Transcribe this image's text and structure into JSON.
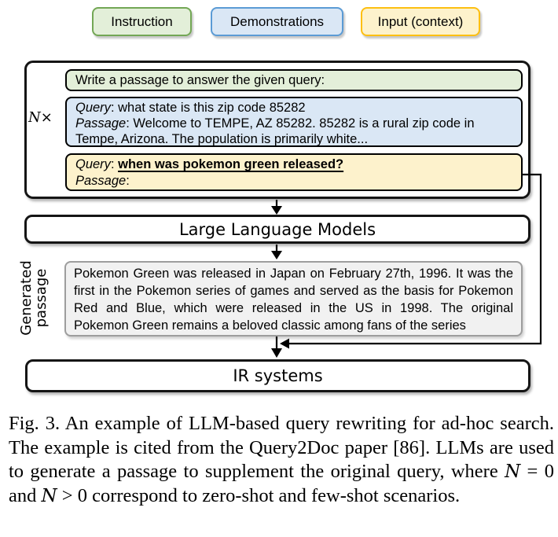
{
  "legend": {
    "instruction": {
      "label": "Instruction"
    },
    "demonstrations": {
      "label": "Demonstrations"
    },
    "input_context": {
      "label": "Input (context)"
    }
  },
  "colors": {
    "instruction_fill": "#e3efd9",
    "instruction_border": "#73a755",
    "demonstrations_fill": "#dae7f5",
    "demonstrations_border": "#5b9bd5",
    "input_fill": "#fdf2cc",
    "input_border": "#fdbf11",
    "generated_fill": "#f1f1f1",
    "generated_border": "#9d9d9d",
    "outline": "#151515"
  },
  "diagram": {
    "repeat_n": "N",
    "repeat_times": "×",
    "instruction_text": "Write a passage to answer the given query:",
    "demo": {
      "query_label": "Query",
      "query_text": ": what state is this zip code 85282",
      "passage_label": "Passage",
      "passage_text": ": Welcome to TEMPE, AZ 85282. 85282 is a rural zip code in Tempe, Arizona. The population is primarily white..."
    },
    "input": {
      "query_label": "Query",
      "query_sep": ": ",
      "query_text": "when was pokemon green released?",
      "passage_label": "Passage",
      "passage_colon": ":"
    },
    "llm_box": "Large Language Models",
    "generated_label_line1": "Generated",
    "generated_label_line2": "passage",
    "generated_text": "Pokemon Green was released in Japan on February 27th, 1996. It was the first in the Pokemon series of games and served as the basis for Pokemon Red and Blue, which were released in the US in 1998. The original Pokemon Green remains a beloved classic among fans of the series",
    "ir_box": "IR systems"
  },
  "caption": {
    "parts": [
      "Fig. 3. An example of LLM-based query rewriting for ad-hoc search. The example is cited from the Query2Doc paper [86]. LLMs are used to generate a passage to supplement the original query, where ",
      "N",
      " = 0 and ",
      "N",
      " > 0 correspond to zero-shot and few-shot scenarios."
    ]
  }
}
